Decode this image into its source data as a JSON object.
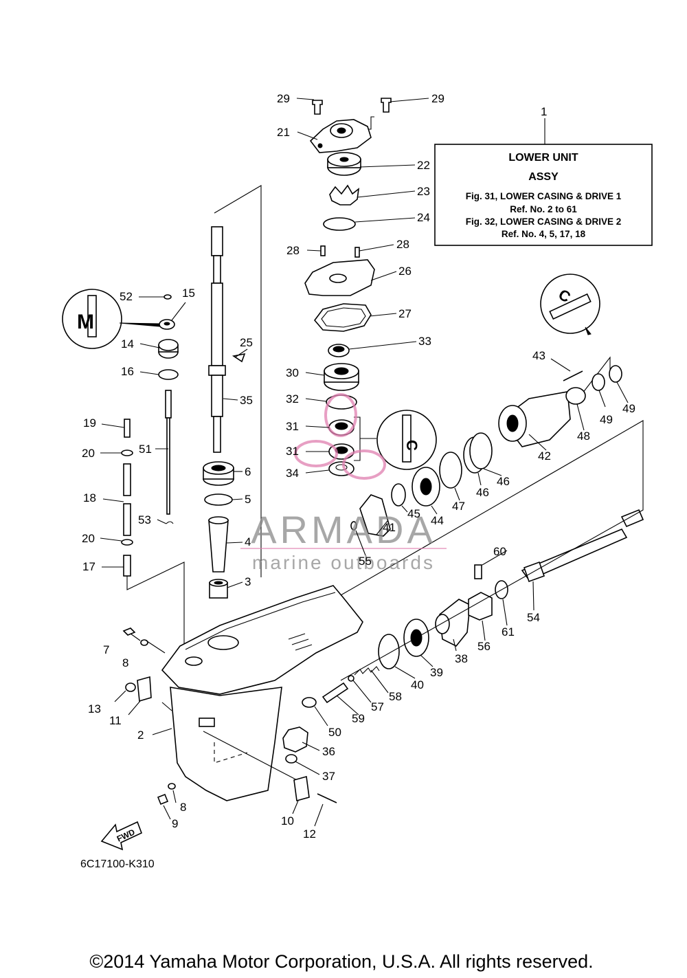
{
  "assy_box": {
    "ref": "1",
    "title": "LOWER UNIT",
    "subtitle": "ASSY",
    "lines": [
      "Fig. 31, LOWER CASING & DRIVE 1",
      "Ref. No. 2 to 61",
      "Fig. 32, LOWER CASING & DRIVE 2",
      "Ref. No. 4, 5, 17, 18"
    ]
  },
  "watermark": {
    "brand": "ARMADA",
    "tagline": "marine outboards",
    "color": "#e07fb0"
  },
  "fwd_label": "FWD",
  "lube_badges": [
    "M",
    "C"
  ],
  "drawing_code": "6C17100-K310",
  "copyright": "©2014 Yamaha Motor Corporation, U.S.A. All rights reserved.",
  "callouts": [
    "29",
    "29",
    "21",
    "22",
    "23",
    "24",
    "28",
    "28",
    "26",
    "27",
    "33",
    "30",
    "32",
    "31",
    "31",
    "34",
    "52",
    "15",
    "14",
    "16",
    "25",
    "35",
    "19",
    "51",
    "20",
    "18",
    "20",
    "53",
    "17",
    "6",
    "5",
    "4",
    "3",
    "7",
    "8",
    "13",
    "11",
    "2",
    "8",
    "9",
    "10",
    "12",
    "36",
    "37",
    "50",
    "59",
    "57",
    "58",
    "40",
    "39",
    "38",
    "56",
    "61",
    "54",
    "60",
    "55",
    "41",
    "45",
    "44",
    "47",
    "46",
    "46",
    "42",
    "48",
    "49",
    "49",
    "43"
  ]
}
